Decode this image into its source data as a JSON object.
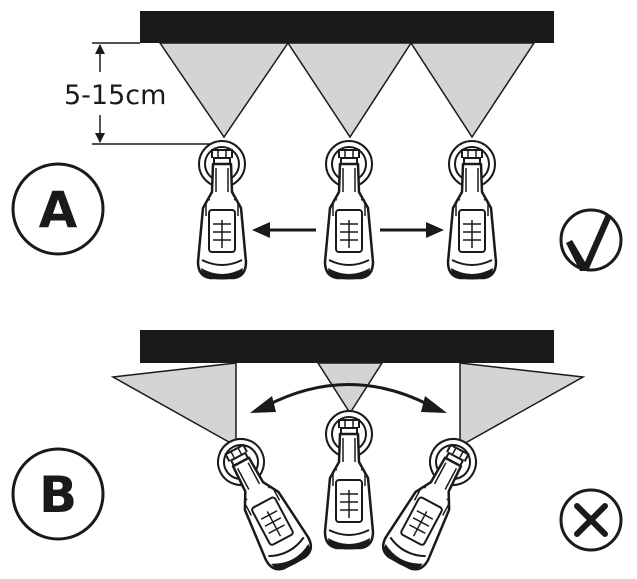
{
  "panel_a": {
    "label": "A",
    "dimension_text": "5-15cm",
    "verdict": "check-mark-icon"
  },
  "panel_b": {
    "label": "B",
    "verdict": "cross-mark-icon"
  },
  "colors": {
    "surface": "#1a1a1a",
    "spray_fill": "#d4d4d4",
    "line": "#1a1a1a",
    "background": "#ffffff"
  }
}
